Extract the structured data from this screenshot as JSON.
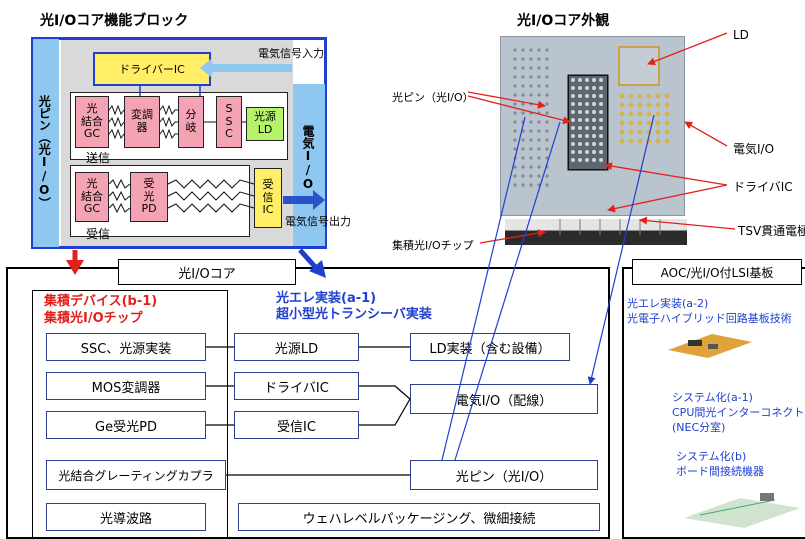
{
  "colors": {
    "navy": "#2d3f8f",
    "blue": "#1f3fd0",
    "red": "#e3211c",
    "pink": "#f3a3b4",
    "yellow": "#ffee66",
    "green": "#b6f36a",
    "lightblue": "#8ec8f0",
    "chip": "#b9c4cf"
  },
  "block": {
    "title": "光I/Oコア機能ブロック",
    "pin_label": "光ピン（光I/O）",
    "elec_io": "電気I/O",
    "driver_ic": "ドライバーIC",
    "signal_in": "電気信号入力",
    "signal_out": "電気信号出力",
    "tx_label": "送信",
    "rx_label": "受信",
    "tx_gc": "光\n結合\nGC",
    "modulator": "変調\n器",
    "splitter": "分\n岐",
    "ssc": "S\nS\nC",
    "light_source": "光源\nLD",
    "rx_gc": "光\n結合\nGC",
    "pd": "受\n光\nPD",
    "rx_ic": "受\n信\nIC"
  },
  "photo": {
    "title": "光I/Oコア外観",
    "ld": "LD",
    "optical_pin": "光ピン（光I/O）",
    "elec_io": "電気I/O",
    "driver_ic": "ドライバIC",
    "tsv": "TSV貫通電極",
    "chip_label": "集積光I/Oチップ"
  },
  "core": {
    "label": "光I/Oコア",
    "device_title_1": "集積デバイス(b-1)",
    "device_title_2": "集積光I/Oチップ",
    "opto_title_1": "光エレ実装(a-1)",
    "opto_title_2": "超小型光トランシーバ実装",
    "left_items": [
      "SSC、光源実装",
      "MOS変調器",
      "Ge受光PD",
      "光結合グレーティングカプラ",
      "光導波路"
    ],
    "mid_items": [
      "光源LD",
      "ドライバIC",
      "受信IC"
    ],
    "ld_mount": "LD実装（含む設備）",
    "elec_wiring": "電気I/O（配線）",
    "optical_pin": "光ピン（光I/O）",
    "wafer": "ウェハレベルパッケージング、微細接続"
  },
  "aoc": {
    "label": "AOC/光I/O付LSI基板",
    "item1_1": "光エレ実装(a-2)",
    "item1_2": "光電子ハイブリッド回路基板技術",
    "item2_1": "システム化(a-1)",
    "item2_2": "CPU間光インターコネクト",
    "item2_3": "(NEC分室)",
    "item3_1": "システム化(b)",
    "item3_2": "ボード間接続機器"
  }
}
